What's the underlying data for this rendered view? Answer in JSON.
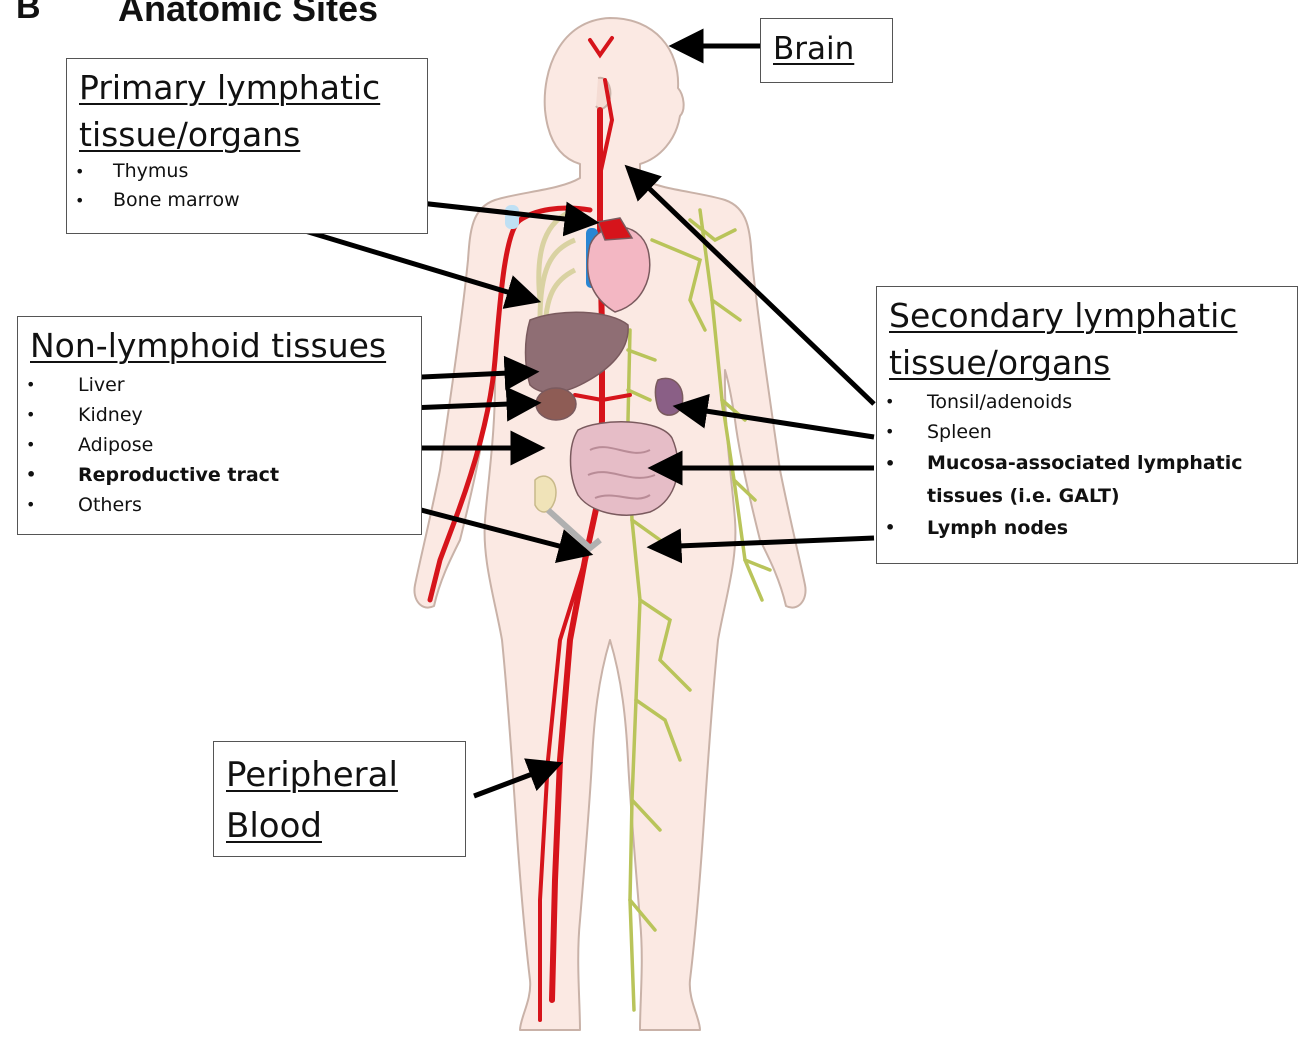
{
  "panel_letter": "B",
  "title": "Anatomic Sites",
  "brain": {
    "heading": "Brain"
  },
  "primary": {
    "heading_line1": "Primary lymphatic",
    "heading_line2": "tissue/organs",
    "items": [
      "Thymus",
      "Bone marrow"
    ]
  },
  "secondary": {
    "heading_line1": "Secondary lymphatic",
    "heading_line2": "tissue/organs",
    "items": [
      "Tonsil/adenoids",
      "Spleen",
      "Mucosa-associated lymphatic tissues (i.e. GALT)",
      "Lymph nodes"
    ]
  },
  "nonlymphoid": {
    "heading": "Non-lymphoid tissues",
    "items": [
      "Liver",
      "Kidney",
      "Adipose",
      "Reproductive tract",
      "Others"
    ]
  },
  "blood": {
    "heading_line1": "Peripheral",
    "heading_line2": "Blood"
  },
  "colors": {
    "skin": "#fbe9e3",
    "skin_outline": "#c9b2a8",
    "artery": "#d6141b",
    "lymph": "#b9c45a",
    "heart": "#f3b7c3",
    "liver": "#8f6e74",
    "kidney": "#8e5c55",
    "intestine": "#e6bdc7",
    "spleen": "#8a5f86",
    "vein": "#2a86d3",
    "arrow": "#000000"
  }
}
